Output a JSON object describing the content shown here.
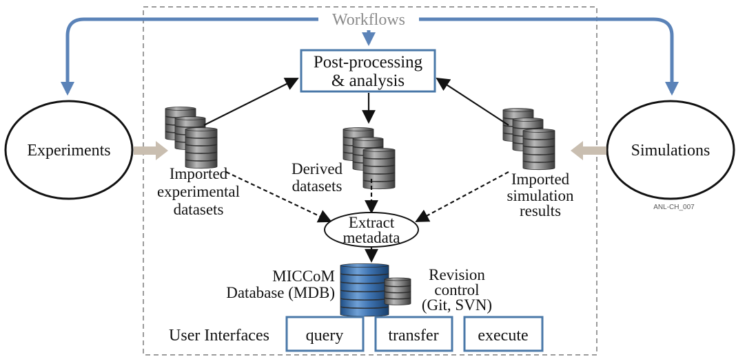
{
  "workflows_label": "Workflows",
  "post_processing": {
    "line1": "Post-processing",
    "line2": "& analysis"
  },
  "experiments_label": "Experiments",
  "simulations_label": "Simulations",
  "figure_id": "ANL-CH_007",
  "imported_experimental": {
    "line1": "Imported",
    "line2": "experimental",
    "line3": "datasets"
  },
  "derived": {
    "line1": "Derived",
    "line2": "datasets"
  },
  "imported_simulation": {
    "line1": "Imported",
    "line2": "simulation",
    "line3": "results"
  },
  "extract": {
    "line1": "Extract",
    "line2": "metadata"
  },
  "database": {
    "line1": "MICCoM",
    "line2": "Database (MDB)"
  },
  "revision": {
    "line1": "Revision",
    "line2": "control",
    "line3": "(Git, SVN)"
  },
  "user_interfaces_label": "User Interfaces",
  "ui_buttons": {
    "query": "query",
    "transfer": "transfer",
    "execute": "execute"
  },
  "colors": {
    "workflow_blue": "#5b83b8",
    "box_border": "#4a78a8",
    "dashed_border": "#9a9a9a",
    "input_arrow": "#c9beb0",
    "db_gray": "#8a8a8a",
    "db_blue": "#3f74b2"
  }
}
